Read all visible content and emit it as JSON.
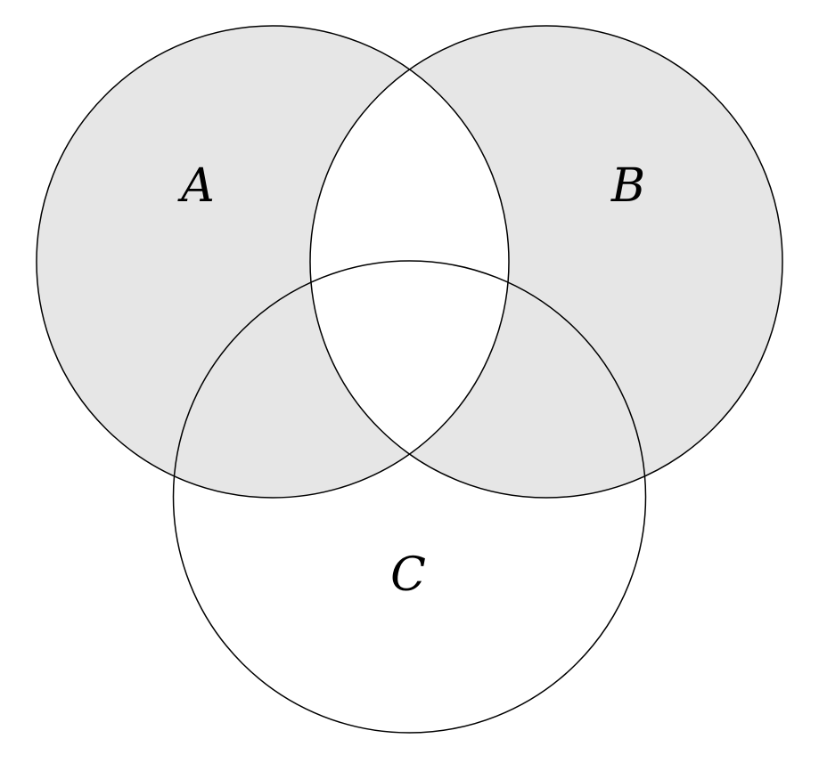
{
  "diagram": {
    "type": "venn-3-set",
    "labels": {
      "a": "A",
      "b": "B",
      "c": "C"
    },
    "shaded_region": "symmetric difference of A and B",
    "colors": {
      "shaded_fill": "#e6e6e6",
      "outline": "#000000",
      "background": "#ffffff"
    }
  }
}
